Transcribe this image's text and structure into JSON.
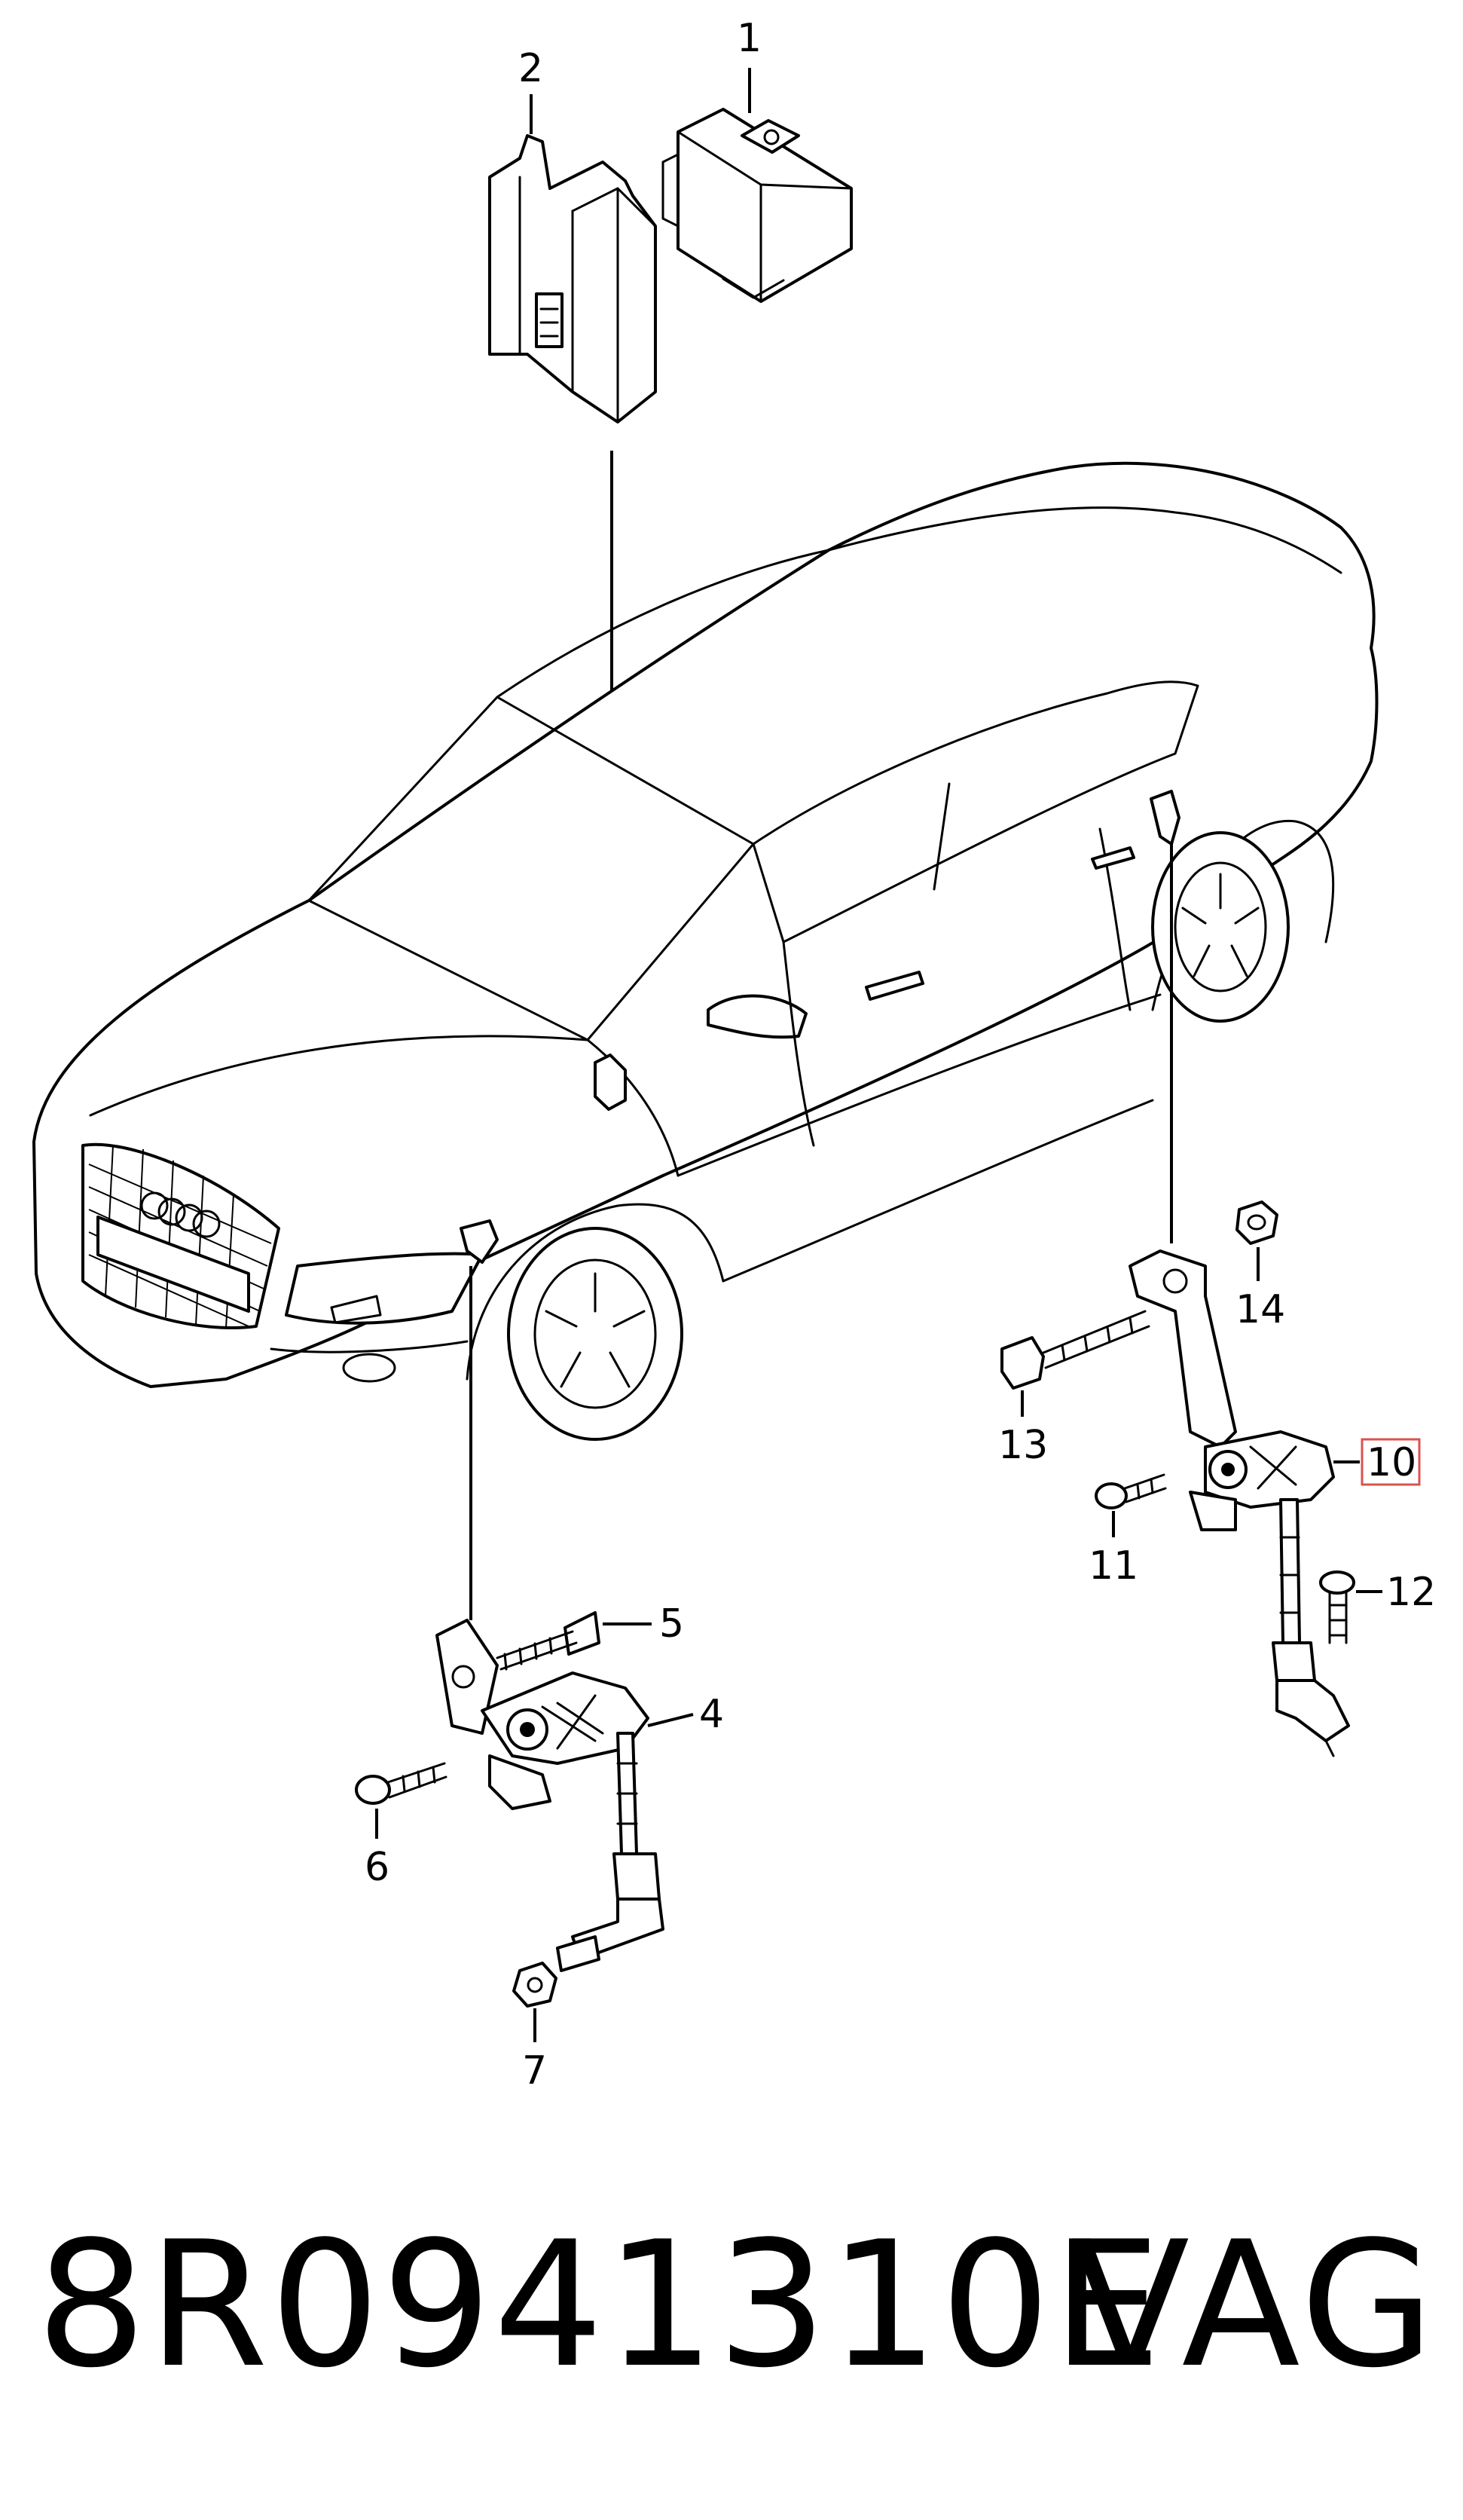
{
  "diagram": {
    "callouts": [
      "1",
      "2",
      "4",
      "5",
      "6",
      "7",
      "10",
      "11",
      "12",
      "13",
      "14"
    ],
    "highlighted_callout": "10",
    "highlight_color": "#d9534f"
  },
  "footer": {
    "part_number": "8R0941310E",
    "brand": "VAG"
  }
}
